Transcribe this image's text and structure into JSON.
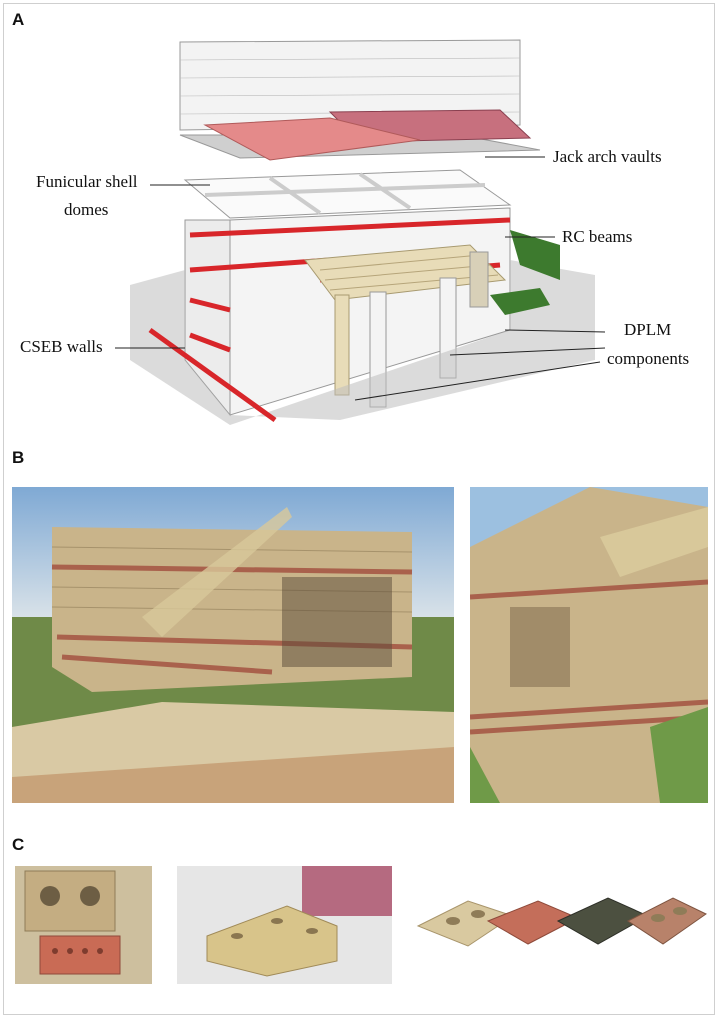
{
  "panels": {
    "a": {
      "label": "A",
      "annotations": {
        "jack_arch": "Jack arch vaults",
        "funicular_line1": "Funicular shell",
        "funicular_line2": "domes",
        "rc_beams": "RC beams",
        "cseb_walls": "CSEB walls",
        "dplm_line1": "DPLM",
        "dplm_line2": "components"
      }
    },
    "b": {
      "label": "B"
    },
    "c": {
      "label": "C"
    }
  },
  "colors": {
    "red_band": "#d8262a",
    "dome_pink": "#e48a8a",
    "earth_block": "#c9b48a",
    "green": "#3d7a2e",
    "sky": "#8ab4d8"
  }
}
